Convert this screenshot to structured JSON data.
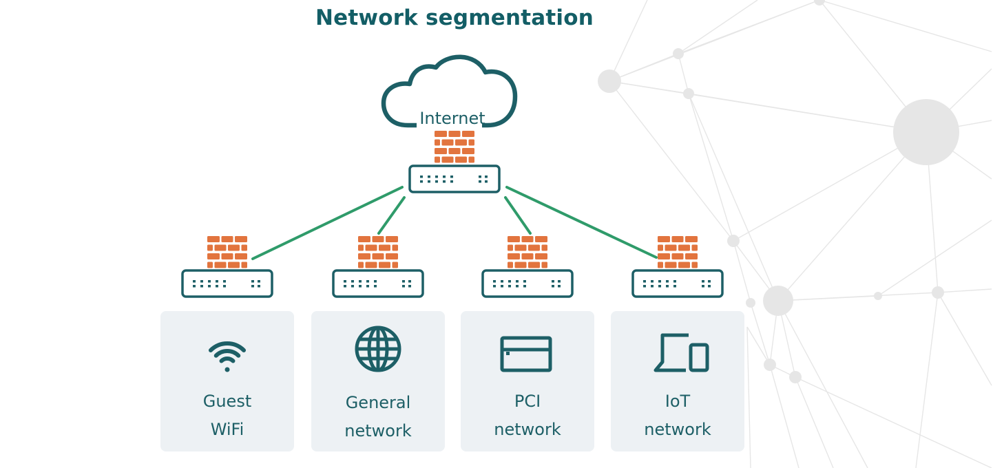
{
  "title": "Network segmentation",
  "cloud_label": "Internet",
  "segments": [
    {
      "icon": "wifi-icon",
      "line1": "Guest",
      "line2": "WiFi"
    },
    {
      "icon": "globe-icon",
      "line1": "General",
      "line2": "network"
    },
    {
      "icon": "card-terminal-icon",
      "line1": "PCI",
      "line2": "network"
    },
    {
      "icon": "devices-icon",
      "line1": "IoT",
      "line2": "network"
    }
  ],
  "colors": {
    "title": "#135e66",
    "device_stroke": "#1d5f66",
    "brick": "#e2743e",
    "link": "#2f9b6a",
    "panel": "#edf1f4",
    "label": "#1d5f66",
    "background_network": "#e6e6e6"
  }
}
